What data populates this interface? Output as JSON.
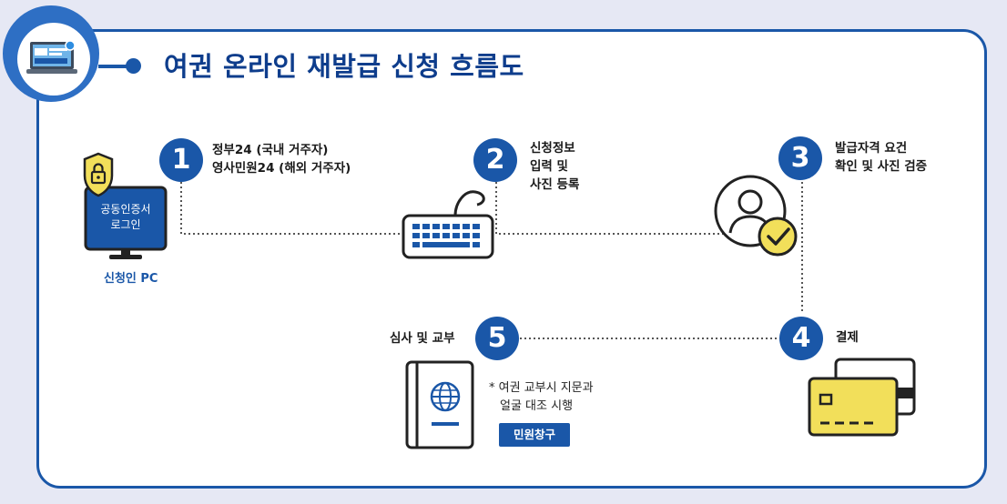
{
  "title": "여권 온라인 재발급 신청 흐름도",
  "steps": [
    {
      "number": "1",
      "lines": [
        "정부24 (국내 거주자)",
        "영사민원24 (해외 거주자)"
      ]
    },
    {
      "number": "2",
      "lines": [
        "신청정보",
        "입력 및",
        "사진 등록"
      ]
    },
    {
      "number": "3",
      "lines": [
        "발급자격 요건",
        "확인 및 사진 검증"
      ]
    },
    {
      "number": "4",
      "lines": [
        "결제"
      ]
    },
    {
      "number": "5",
      "lines": [
        "심사 및 교부"
      ]
    }
  ],
  "pc": {
    "screen_lines": [
      "공동인증서",
      "로그인"
    ],
    "caption": "신청인 PC"
  },
  "note": {
    "lines": [
      "* 여권 교부시 지문과",
      "얼굴 대조 시행"
    ]
  },
  "badge": "민원창구",
  "colors": {
    "primary": "#1a57a8",
    "title": "#0e3d8c",
    "background": "#e6e8f4",
    "accent_yellow": "#f2df5a"
  },
  "icons": [
    "laptop-icon",
    "lock-icon",
    "monitor-icon",
    "keyboard-icon",
    "user-check-icon",
    "credit-card-icon",
    "passport-icon"
  ]
}
